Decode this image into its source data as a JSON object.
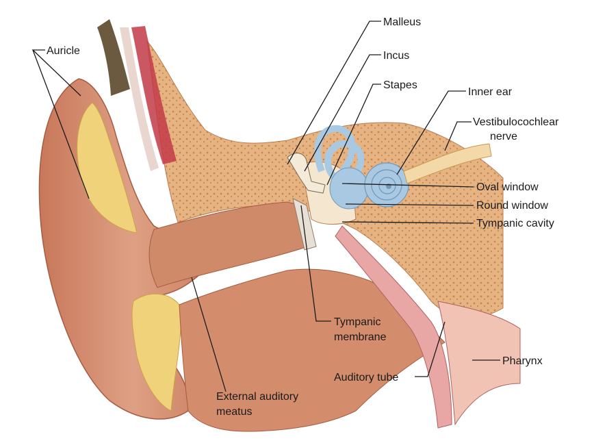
{
  "labels": {
    "auricle": "Auricle",
    "malleus": "Malleus",
    "incus": "Incus",
    "stapes": "Stapes",
    "inner_ear": "Inner ear",
    "vestibulocochlear_line1": "Vestibulocochlear",
    "vestibulocochlear_line2": "nerve",
    "oval_window": "Oval window",
    "round_window": "Round window",
    "tympanic_cavity": "Tympanic cavity",
    "tympanic_membrane_line1": "Tympanic",
    "tympanic_membrane_line2": "membrane",
    "pharynx": "Pharynx",
    "auditory_tube": "Auditory tube",
    "external_meatus_line1": "External auditory",
    "external_meatus_line2": "meatus"
  },
  "colors": {
    "skin": "#d98f6b",
    "skin_dark": "#b8654a",
    "cartilage": "#f0d27a",
    "bone": "#e6b483",
    "bone_spots": "#c9874e",
    "inner_ear": "#a9c9e2",
    "cavity": "#f4e6cf",
    "muscle": "#c23a48",
    "hair": "#6b5a40"
  }
}
